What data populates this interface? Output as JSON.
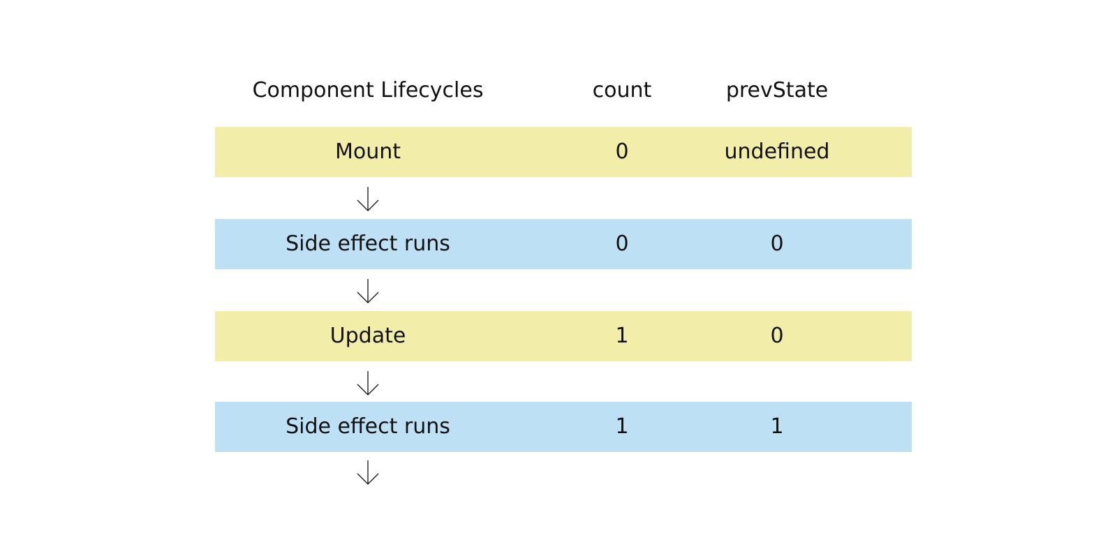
{
  "header": {
    "lifecycle": "Component Lifecycles",
    "count": "count",
    "prev_state": "prevState"
  },
  "rows": [
    {
      "lifecycle": "Mount",
      "count": "0",
      "prev_state": "undefined",
      "color": "#f2eeaa"
    },
    {
      "lifecycle": "Side effect runs",
      "count": "0",
      "prev_state": "0",
      "color": "#bee0f4"
    },
    {
      "lifecycle": "Update",
      "count": "1",
      "prev_state": "0",
      "color": "#f2eeaa"
    },
    {
      "lifecycle": "Side effect runs",
      "count": "1",
      "prev_state": "1",
      "color": "#bee0f4"
    }
  ],
  "arrows": [
    {
      "icon": "arrow-down-icon"
    },
    {
      "icon": "arrow-down-icon"
    },
    {
      "icon": "arrow-down-icon"
    },
    {
      "icon": "arrow-down-icon"
    }
  ]
}
